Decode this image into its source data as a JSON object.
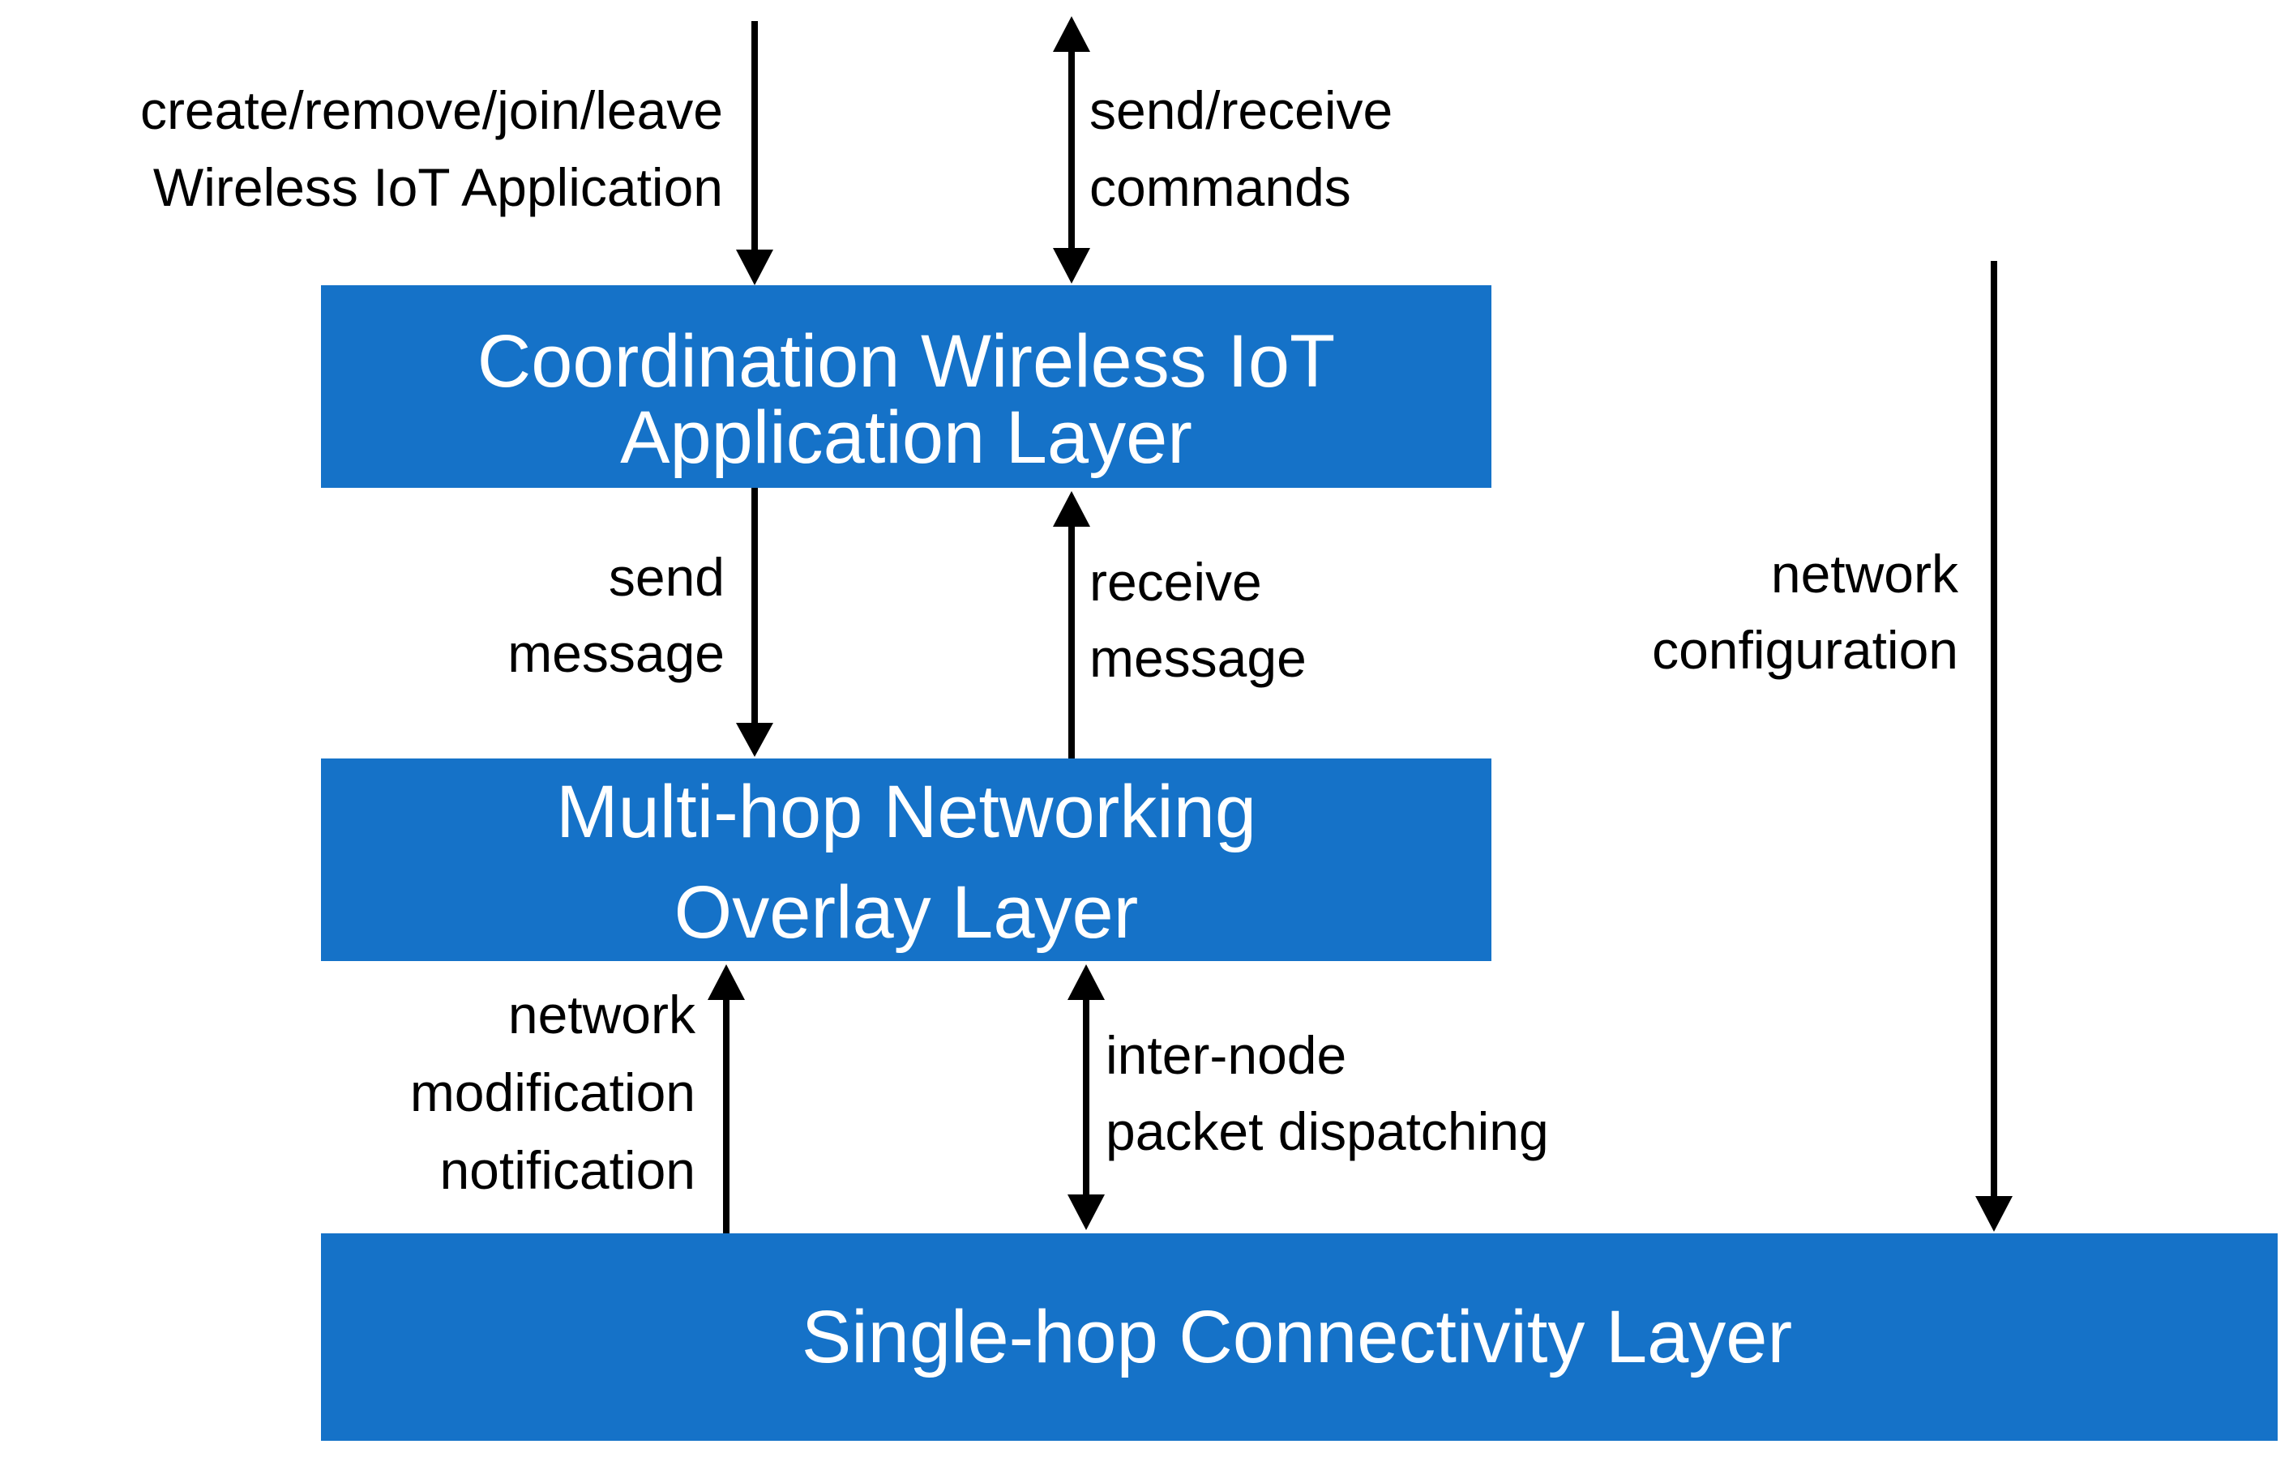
{
  "colors": {
    "layer_fill": "#1572c8",
    "layer_text": "#ffffff",
    "arrow": "#000000",
    "label_text": "#000000"
  },
  "layers": {
    "coordination": {
      "line1": "Coordination Wireless IoT",
      "line2": "Application Layer"
    },
    "multihop": {
      "line1": "Multi-hop Networking",
      "line2": "Overlay Layer"
    },
    "singlehop": {
      "line1": "Single-hop Connectivity Layer"
    }
  },
  "labels": {
    "manage_app": {
      "line1": "create/remove/join/leave",
      "line2": "Wireless IoT Application"
    },
    "send_receive_commands": {
      "line1": "send/receive",
      "line2": "commands"
    },
    "send_message": {
      "line1": "send",
      "line2": "message"
    },
    "receive_message": {
      "line1": "receive",
      "line2": "message"
    },
    "network_configuration": {
      "line1": "network",
      "line2": "configuration"
    },
    "network_modification": {
      "line1": "network",
      "line2": "modification",
      "line3": "notification"
    },
    "packet_dispatching": {
      "line1": "inter-node",
      "line2": "packet dispatching"
    }
  }
}
